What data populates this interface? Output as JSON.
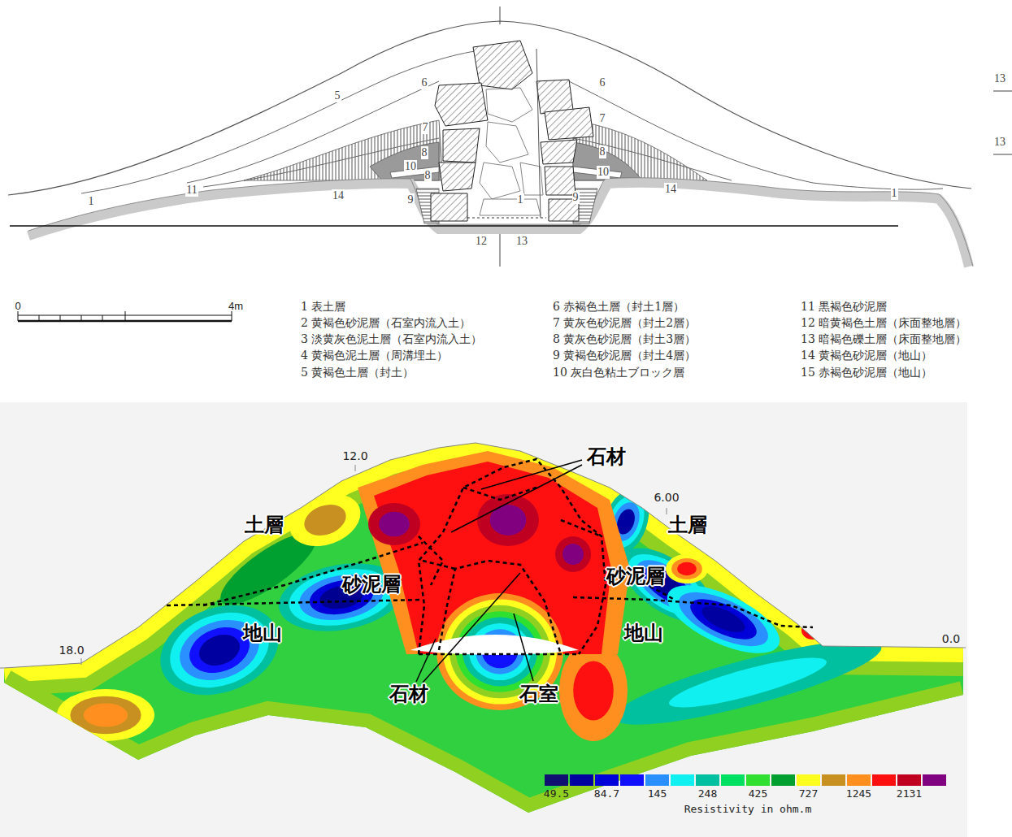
{
  "diagram": {
    "labels": [
      "5",
      "6",
      "6",
      "7",
      "7",
      "8",
      "8",
      "10",
      "8",
      "10",
      "9",
      "9",
      "1",
      "11",
      "14",
      "14",
      "1",
      "1",
      "12",
      "13",
      "13",
      "13",
      "0",
      "4m",
      "1 表土層",
      "2 黄褐色砂泥層（石室内流入土）",
      "3 淡黄灰色泥土層（石室内流入土）",
      "4 黄褐色泥土層（周溝埋土）",
      "5 黄褐色土層（封土）",
      "6 赤褐色土層（封土1層）",
      "7 黄灰色砂泥層（封土2層）",
      "8 黄灰色砂泥層（封土3層）",
      "9 黄褐色砂泥層（封土4層）",
      "10 灰白色粘土ブロック層",
      "11 黒褐色砂泥層",
      "12 暗黄褐色土層（床面整地層）",
      "13 暗褐色礫土層（床面整地層）",
      "14 黄褐色砂泥層（地山）",
      "15 赤褐色砂泥層（地山）",
      "12.0",
      "6.00",
      "18.0",
      "0.0",
      "石材",
      "土層",
      "土層",
      "砂泥層",
      "砂泥層",
      "地山",
      "地山",
      "石材",
      "石室",
      "Resistivity in ohm.m"
    ],
    "legend": [
      {
        "text": "49.5",
        "color": "#101070"
      },
      {
        "text": "84.7",
        "color": "#0000d8"
      },
      {
        "text": "145",
        "color": "#2a90ff"
      },
      {
        "text": "248",
        "color": "#00c0a0"
      },
      {
        "text": "425",
        "color": "#30e030"
      },
      {
        "text": "727",
        "color": "#ffff20"
      },
      {
        "text": "1245",
        "color": "#ff9020"
      },
      {
        "text": "2131",
        "color": "#c00020"
      }
    ]
  }
}
